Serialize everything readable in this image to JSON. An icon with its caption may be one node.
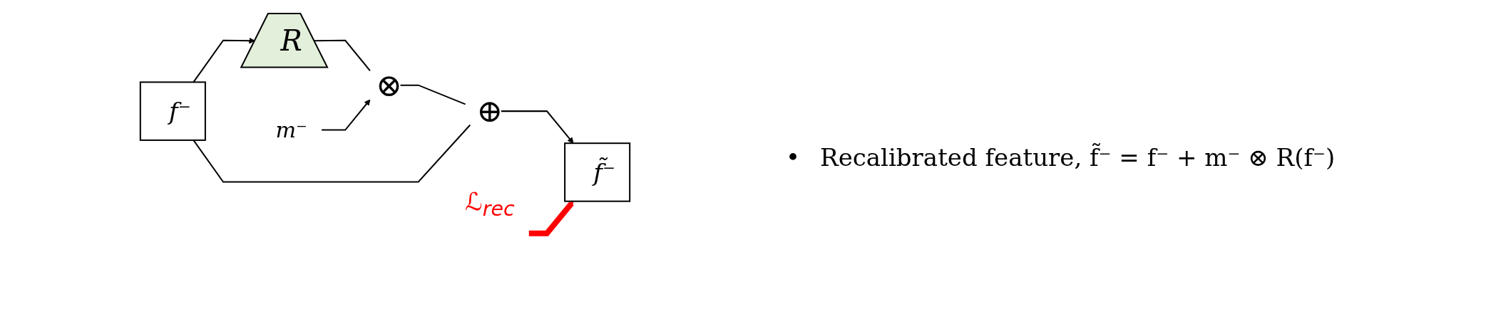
{
  "diagram": {
    "nodes": [
      {
        "text": [
          "f⁻"
        ]
      },
      {
        "text": [
          "R"
        ]
      },
      {
        "text": [
          "⊗"
        ]
      },
      {
        "text": [
          "⊕"
        ]
      },
      {
        "text": [
          "f̃⁻"
        ]
      },
      {
        "text": [
          "m⁻"
        ]
      },
      {
        "text": [
          "ℒ$_{rec}$"
        ]
      }
    ],
    "edges": [
      {
        "from": 0,
        "to": 1,
        "arrow": "to"
      },
      {
        "from": 1,
        "to": 2,
        "arrow": "none"
      },
      {
        "from": 2,
        "to": 3,
        "arrow": "none"
      },
      {
        "from": 3,
        "to": 4,
        "arrow": "to"
      },
      {
        "from": 5,
        "to": 2,
        "arrow": "to"
      },
      {
        "from": 0,
        "to": 3,
        "arrow": "none"
      },
      {
        "from": 6,
        "to": 4,
        "arrow": "to",
        "style": "thick",
        "color": "#ff0000"
      }
    ],
    "labels": [
      "•",
      "Recalibrated feature, f̃⁻ = f⁻ + m⁻ ⊗ R(f⁻)"
    ]
  }
}
